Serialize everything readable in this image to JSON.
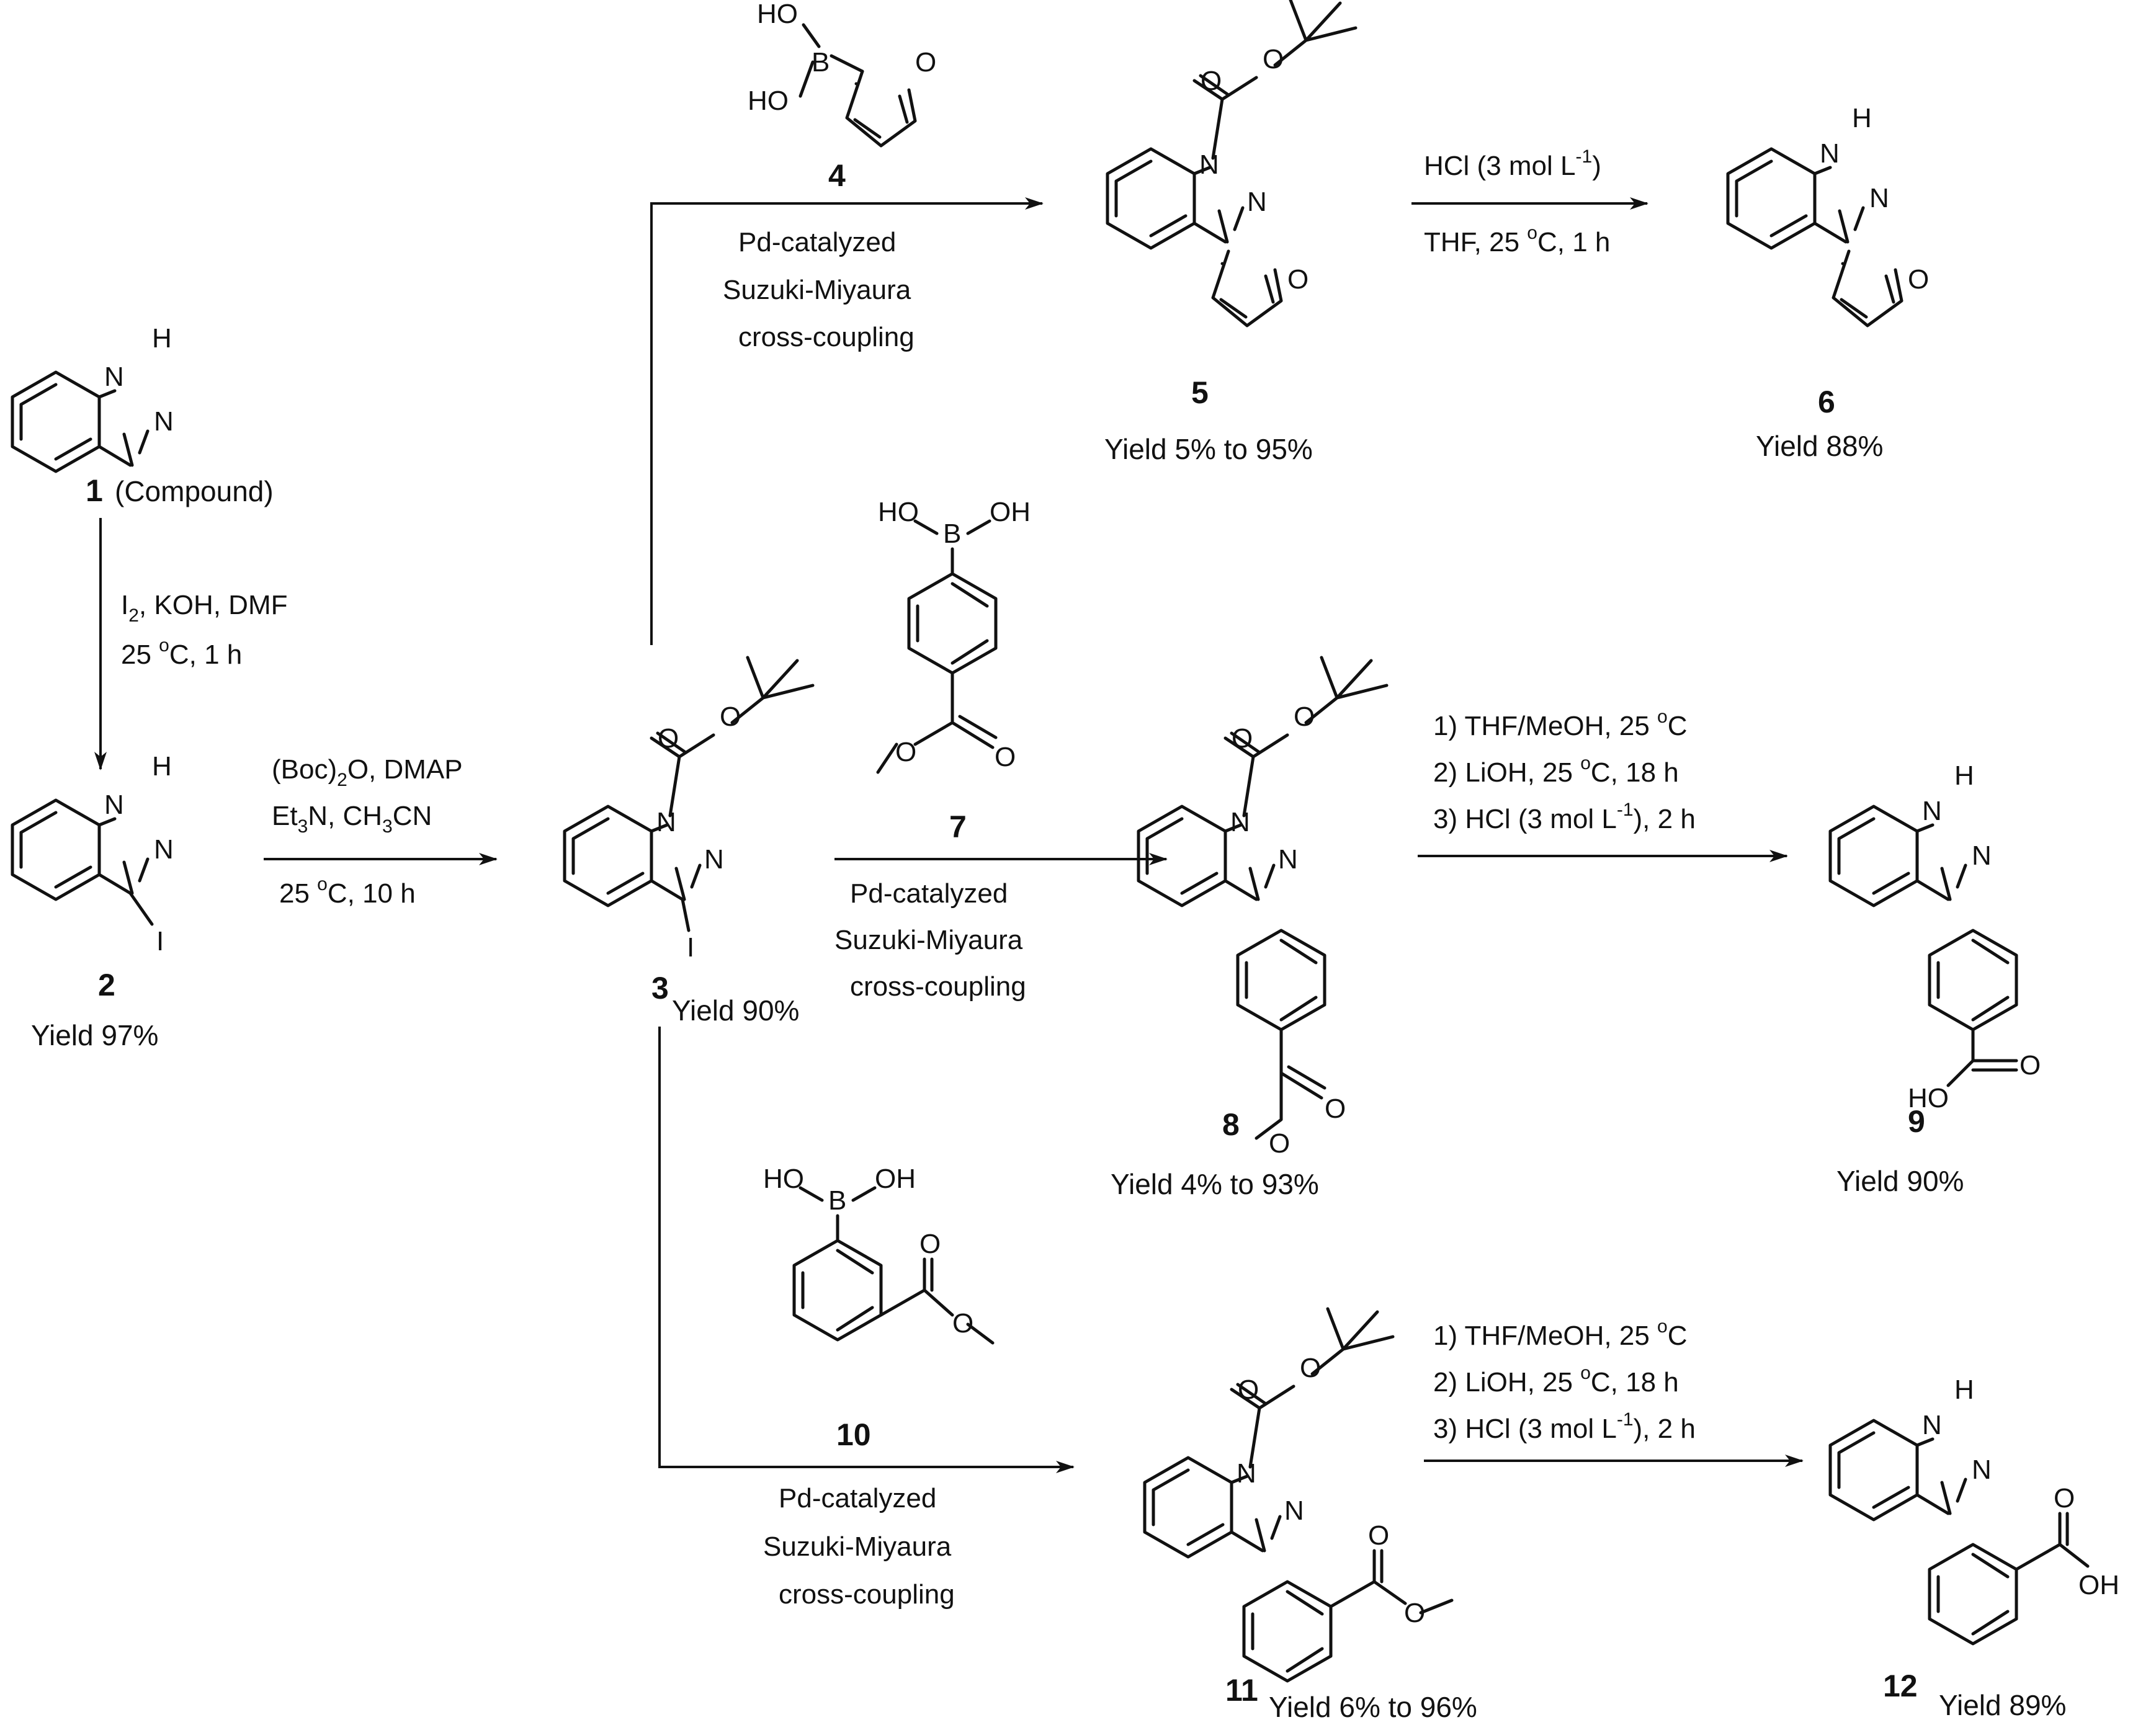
{
  "compounds": {
    "c1": {
      "number": "1",
      "name": "(Compound)"
    },
    "c2": {
      "number": "2",
      "yield": "Yield 97%"
    },
    "c3": {
      "number": "3",
      "yield": "Yield 90%"
    },
    "c4": {
      "number": "4"
    },
    "c5": {
      "number": "5",
      "yield": "Yield 5% to 95%"
    },
    "c6": {
      "number": "6",
      "yield": "Yield 88%"
    },
    "c7": {
      "number": "7"
    },
    "c8": {
      "number": "8",
      "yield": "Yield 4% to 93%"
    },
    "c9": {
      "number": "9",
      "yield": "Yield 90%"
    },
    "c10": {
      "number": "10"
    },
    "c11": {
      "number": "11",
      "yield": "Yield 6% to 96%"
    },
    "c12": {
      "number": "12",
      "yield": "Yield 89%"
    }
  },
  "conditions": {
    "iodination": {
      "line1": "I",
      "line1_sub": "2",
      "line1_rest": ", KOH, DMF",
      "line2": "25 ",
      "line2_sup": "o",
      "line2_rest": "C, 1 h"
    },
    "boc": {
      "line1": "(Boc)",
      "line1_sub": "2",
      "line1_rest": "O, DMAP",
      "line2a": "Et",
      "line2a_sub": "3",
      "line2b": "N, CH",
      "line2b_sub": "3",
      "line2c": "CN",
      "line3": "25 ",
      "line3_sup": "o",
      "line3_rest": "C, 10 h"
    },
    "suzuki": {
      "line1": "Pd-catalyzed",
      "line2": "Suzuki-Miyaura",
      "line3": "cross-coupling"
    },
    "deprot6": {
      "line1": "HCl (3 mol L",
      "line1_sup": "-1",
      "line1_rest": ")",
      "line2": "THF, 25 ",
      "line2_sup": "o",
      "line2_rest": "C, 1 h"
    },
    "hydrolysis": {
      "step1": "1) THF/MeOH, 25 ",
      "step1_sup": "o",
      "step1_rest": "C",
      "step2": "2) LiOH, 25 ",
      "step2_sup": "o",
      "step2_rest": "C, 18 h",
      "step3": "3) HCl (3 mol L",
      "step3_sup": "-1",
      "step3_rest": "), 2 h"
    }
  },
  "atoms": {
    "H": "H",
    "N": "N",
    "I": "I",
    "O": "O",
    "B": "B",
    "HO": "HO",
    "OH": "OH"
  }
}
